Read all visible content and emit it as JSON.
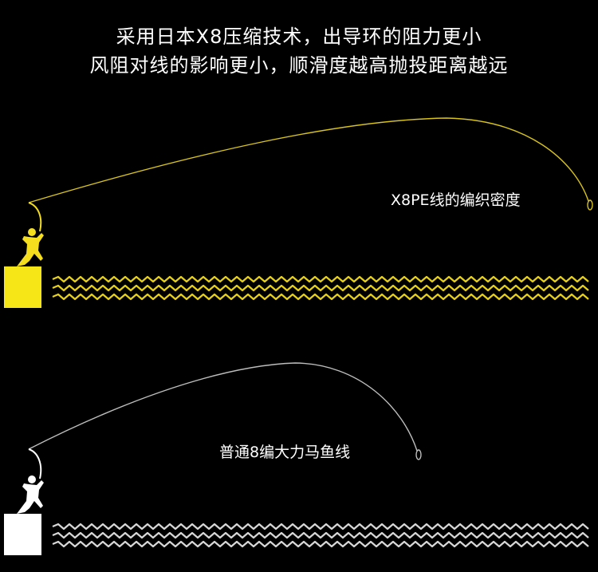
{
  "headline": {
    "line1": "采用日本X8压缩技术，出导环的阻力更小",
    "line2": "风阻对线的影响更小，顺滑度越高抛投距离越远"
  },
  "x8_line": {
    "label": "X8PE线的编织密度",
    "color": "#e8d21a"
  },
  "standard_line": {
    "label": "普通8编大力马鱼线",
    "color": "#ffffff"
  }
}
